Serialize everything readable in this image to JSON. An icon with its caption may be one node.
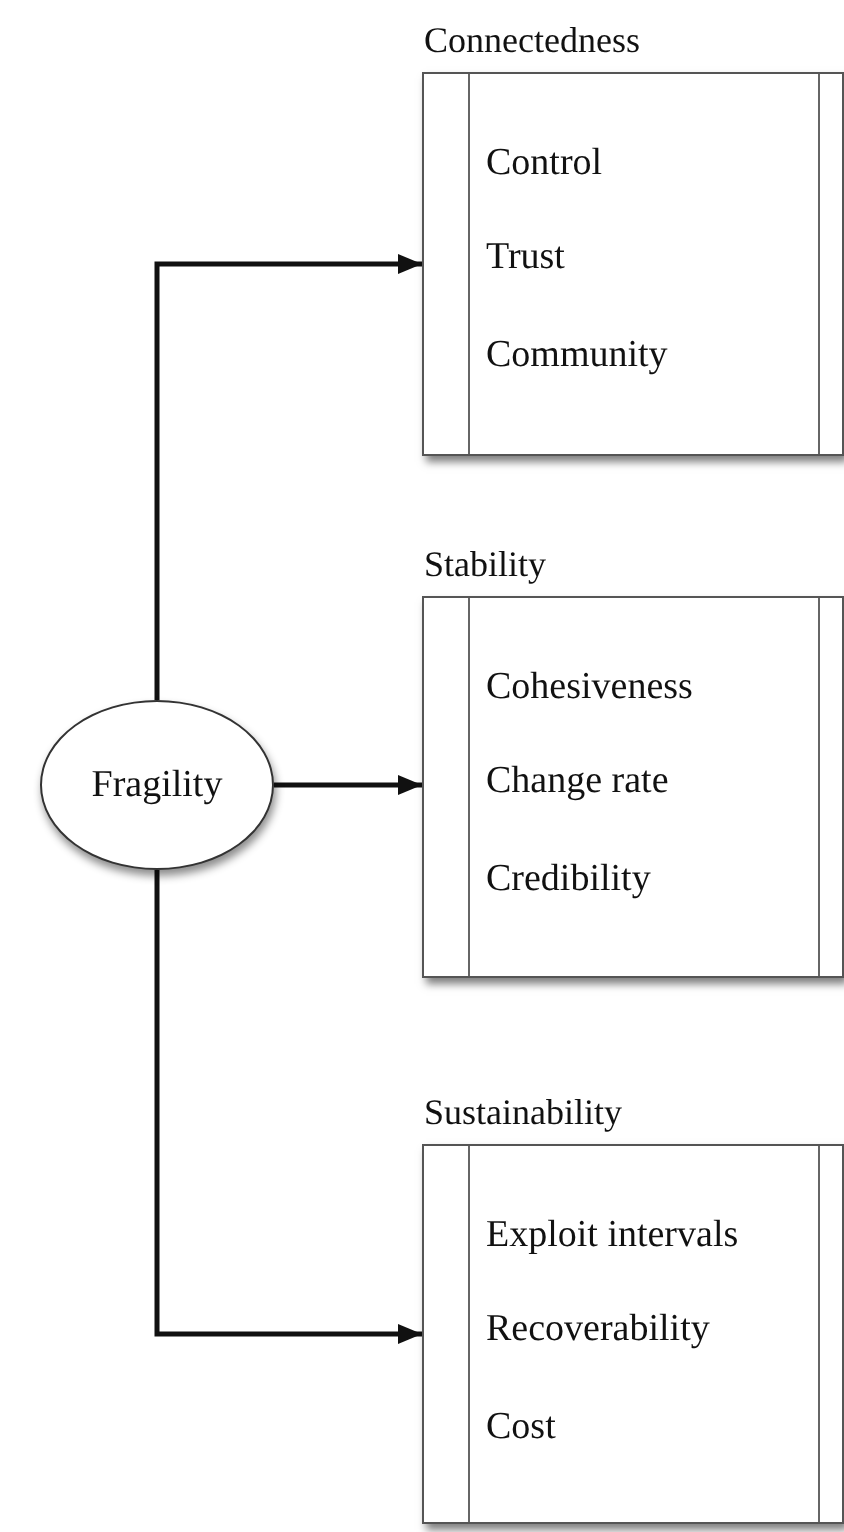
{
  "diagram": {
    "nodes": [
      {
        "text": [
          "Fragility"
        ]
      },
      {
        "text": [
          "Connectedness",
          "Control",
          "Trust",
          "Community"
        ]
      },
      {
        "text": [
          "Stability",
          "Cohesiveness",
          "Change rate",
          "Credibility"
        ]
      },
      {
        "text": [
          "Sustainability",
          "Exploit intervals",
          "Recoverability",
          "Cost"
        ]
      }
    ],
    "edges": [
      {
        "from": 0,
        "to": 1,
        "arrow": "to"
      },
      {
        "from": 0,
        "to": 2,
        "arrow": "to"
      },
      {
        "from": 0,
        "to": 3,
        "arrow": "to"
      }
    ]
  }
}
